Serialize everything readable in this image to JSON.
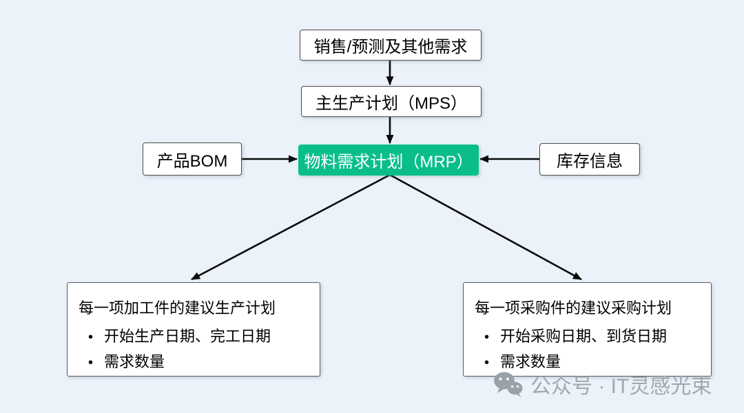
{
  "canvas": {
    "background_color": "#EBF2FA"
  },
  "diagram": {
    "accent_color": "#0ABE8C",
    "nodes": {
      "sales": {
        "label": "销售/预测及其他需求"
      },
      "mps": {
        "label": "主生产计划（MPS）"
      },
      "mrp": {
        "label": "物料需求计划（MRP）",
        "bg": "#0ABE8C",
        "text_color": "#FFFFFF"
      },
      "bom": {
        "label": "产品BOM"
      },
      "inventory": {
        "label": "库存信息"
      },
      "production_plan": {
        "title": "每一项加工件的建议生产计划",
        "bullets": [
          "开始生产日期、完工日期",
          "需求数量"
        ]
      },
      "purchase_plan": {
        "title": "每一项采购件的建议采购计划",
        "bullets": [
          "开始采购日期、到货日期",
          "需求数量"
        ]
      }
    },
    "edges": [
      "sales -> mps",
      "mps -> mrp",
      "bom -> mrp",
      "inventory -> mrp",
      "mrp -> production_plan",
      "mrp -> purchase_plan"
    ]
  },
  "watermark": {
    "icon": "wechat-icon",
    "text": "公众号 · IT灵感光束",
    "color": "#A2A8B0"
  }
}
